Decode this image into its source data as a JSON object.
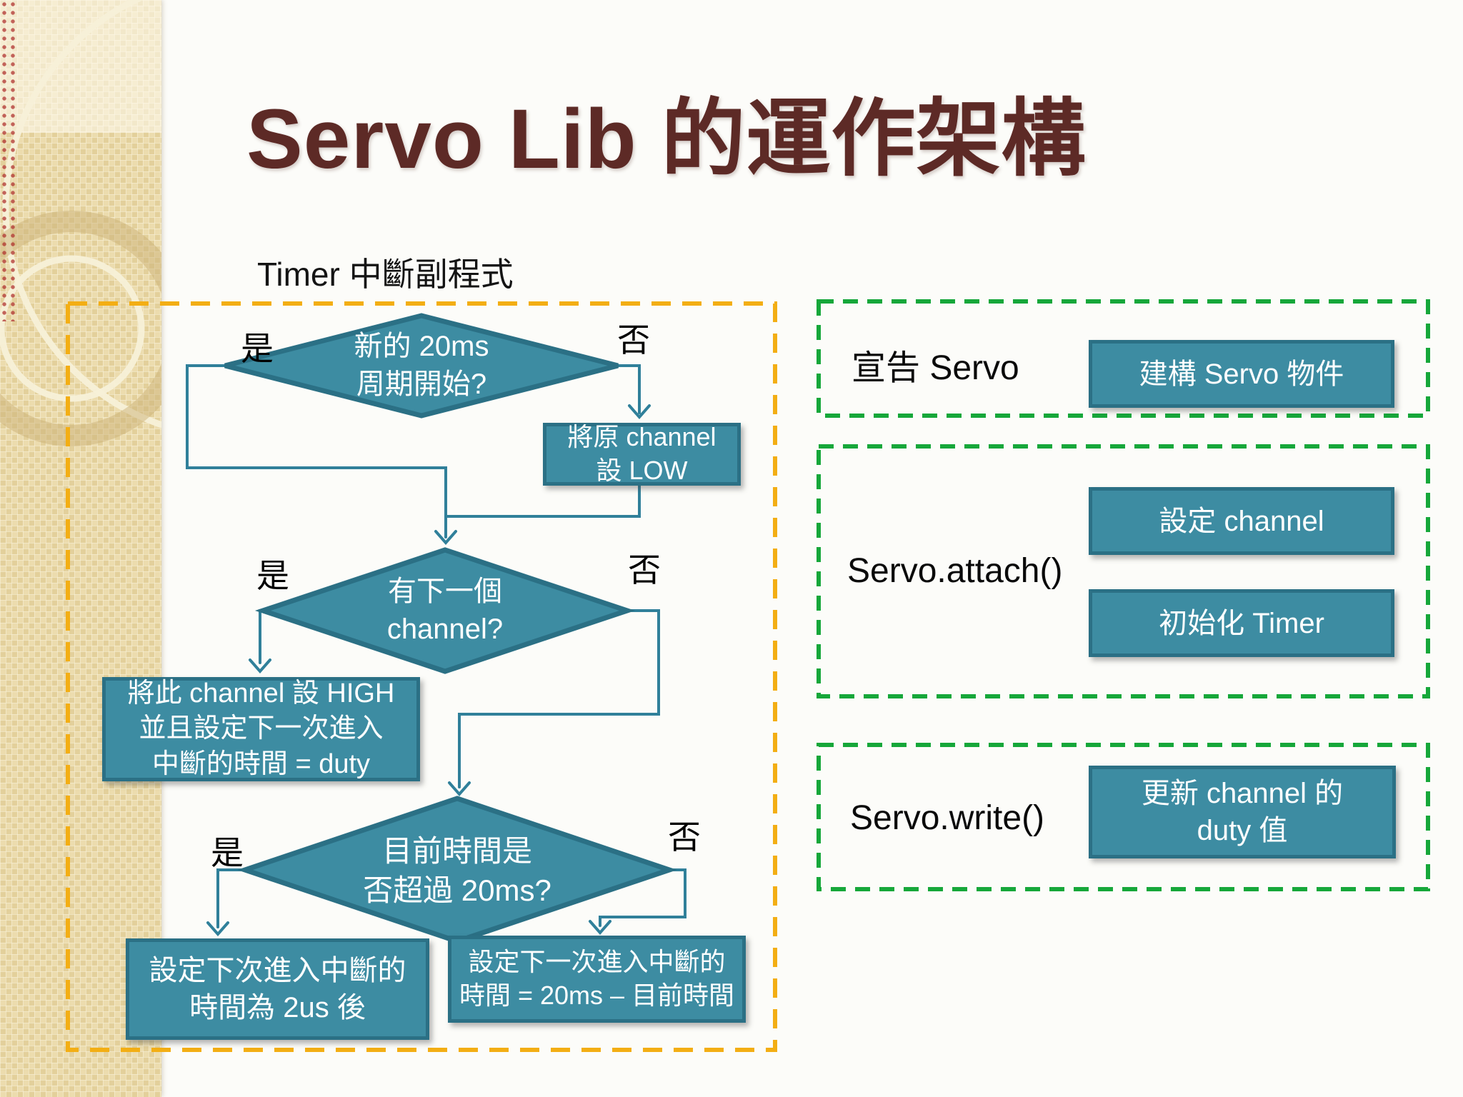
{
  "slide": {
    "title": "Servo Lib 的運作架構",
    "flow_region_label": "Timer 中斷副程式"
  },
  "colors": {
    "title_text": "#5d2a26",
    "node_fill": "#3d8ca2",
    "node_border": "#2b7085",
    "connector": "#30809a",
    "flow_region_border": "#f3ae14",
    "api_region_border": "#16a73a",
    "side_band": "#e8d7a6"
  },
  "flowchart": {
    "decisions": {
      "d1": {
        "line1": "新的 20ms",
        "line2": "周期開始?",
        "yes": "是",
        "no": "否"
      },
      "d2": {
        "line1": "有下一個",
        "line2": "channel?",
        "yes": "是",
        "no": "否"
      },
      "d3": {
        "line1": "目前時間是",
        "line2": "否超過 20ms?",
        "yes": "是",
        "no": "否"
      }
    },
    "processes": {
      "set_low": {
        "line1": "將原 channel",
        "line2": "設 LOW"
      },
      "set_high": {
        "line1": "將此 channel 設 HIGH",
        "line2": "並且設定下一次進入",
        "line3": "中斷的時間 = duty"
      },
      "interrupt_2us": {
        "line1": "設定下次進入中斷的",
        "line2": "時間為 2us 後"
      },
      "interrupt_20ms": {
        "line1": "設定下一次進入中斷的",
        "line2": "時間 = 20ms – 目前時間"
      }
    }
  },
  "api_panels": {
    "declare": {
      "label": "宣告 Servo",
      "box1_line1": "建構 Servo 物件"
    },
    "attach": {
      "label": "Servo.attach()",
      "box1_line1": "設定 channel",
      "box2_line1": "初始化 Timer"
    },
    "write": {
      "label": "Servo.write()",
      "box1_line1": "更新 channel 的",
      "box1_line2": "duty 值"
    }
  }
}
